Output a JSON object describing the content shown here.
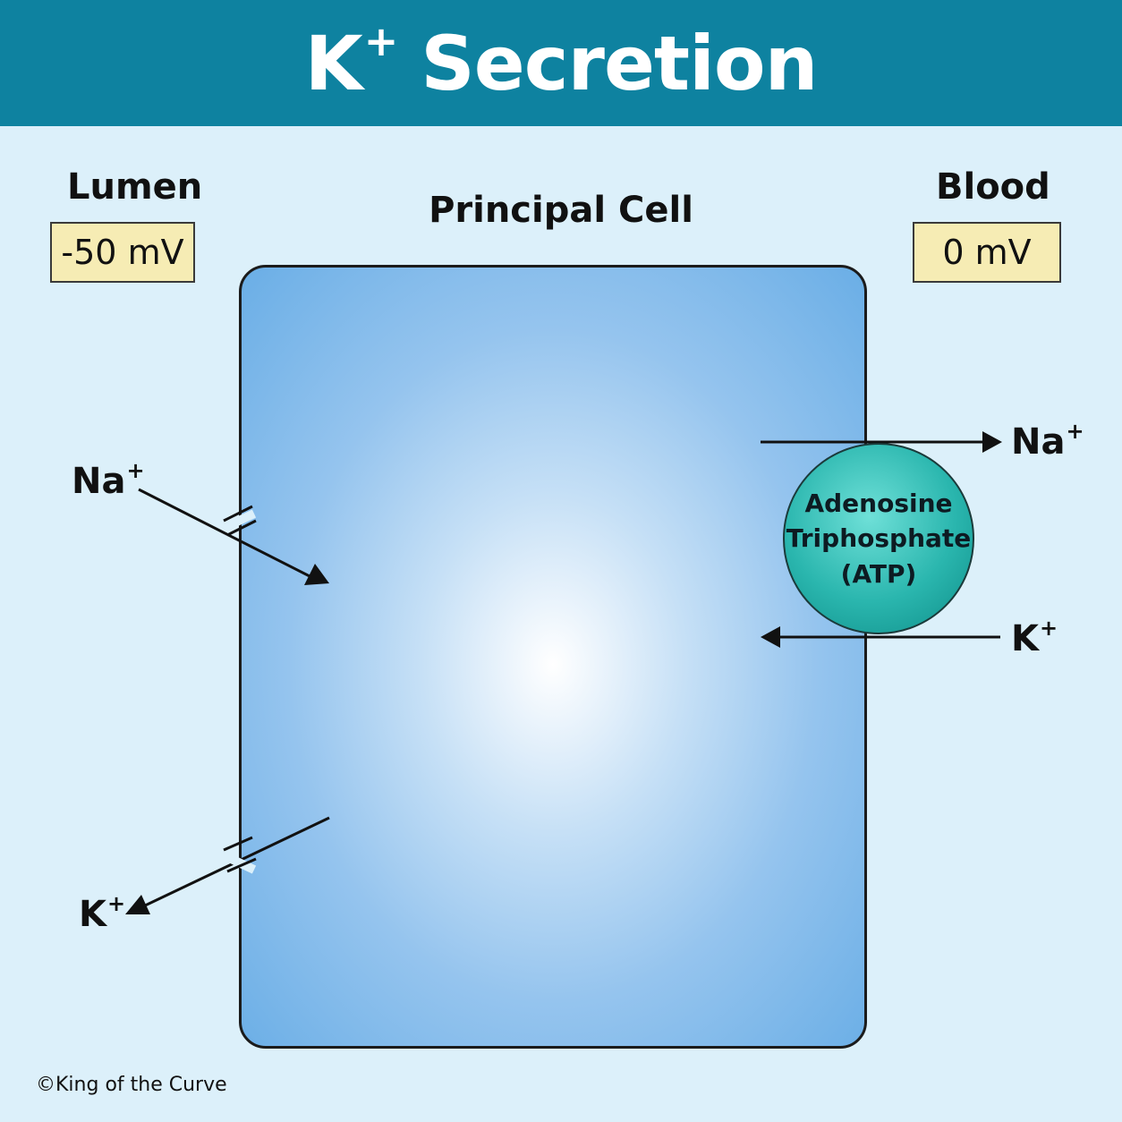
{
  "header": {
    "title_ion": "K",
    "title_charge": "+",
    "title_word": "Secretion"
  },
  "lumen": {
    "label": "Lumen",
    "potential": "-50 mV"
  },
  "blood": {
    "label": "Blood",
    "potential": "0 mV"
  },
  "cell": {
    "label": "Principal Cell"
  },
  "ions": {
    "na_lumen": {
      "symbol": "Na",
      "charge": "+"
    },
    "k_lumen": {
      "symbol": "K",
      "charge": "+"
    },
    "na_blood": {
      "symbol": "Na",
      "charge": "+"
    },
    "k_blood": {
      "symbol": "K",
      "charge": "+"
    }
  },
  "pump": {
    "line1": "Adenosine",
    "line2": "Triphosphate",
    "line3": "(ATP)"
  },
  "footer": {
    "copyright": "©King of the Curve"
  },
  "colors": {
    "banner": "#0e82a0",
    "background": "#dcf0fa",
    "cell": "#6aaee6",
    "pump": "#2ab6ae",
    "potential_box": "#f6ecb4"
  }
}
